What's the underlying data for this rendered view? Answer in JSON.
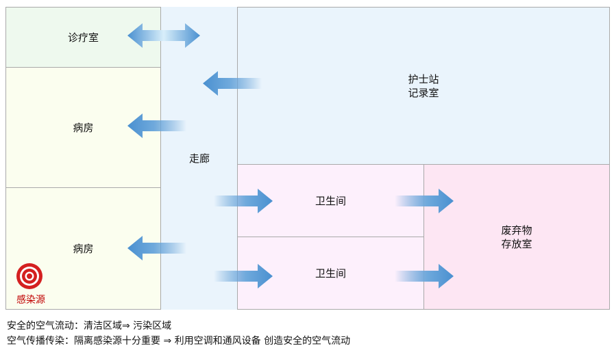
{
  "rooms": {
    "consultation": "诊疗室",
    "ward_upper": "病房",
    "ward_lower": "病房",
    "corridor": "走廊",
    "nurse_station": "护士站\n记录室",
    "washroom_upper": "卫生间",
    "washroom_lower": "卫生间",
    "waste_room": "废弃物\n存放室"
  },
  "infection_source": {
    "label": "感染源",
    "color": "#c00000",
    "icon": "target-icon"
  },
  "notes": {
    "line1": "安全的空气流动：清洁区域⇒ 污染区域",
    "line2": "空气传播传染：隔离感染源十分重要 ⇒ 利用空调和通风设备 创造安全的空气流动"
  },
  "colors": {
    "arrow": "#4a90d0",
    "clean_zone": "#eef9ee",
    "ward": "#fbfeef",
    "corridor": "#eaf4fc",
    "washroom": "#fdf0fc",
    "waste": "#fde6f3"
  }
}
